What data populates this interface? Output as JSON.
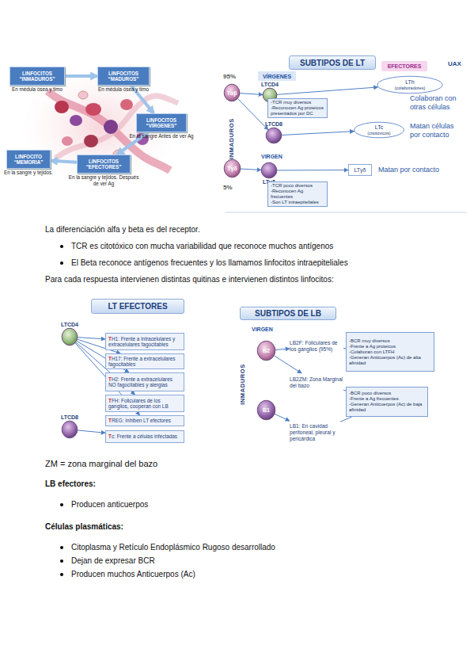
{
  "diagram": {
    "nodes": [
      {
        "text": [
          "LINFOCITOS “INMADUROS”",
          "En médula ósea y timo"
        ]
      },
      {
        "text": [
          "LINFOCITOS “MADUROS”",
          "En médula ósea y timo"
        ]
      },
      {
        "text": [
          "LINFOCITOS “VÍRGENES”",
          "En la sangre Antes de ver Ag"
        ]
      },
      {
        "text": [
          "LINFOCITOS “EFECTORES”",
          "En la sangre y tejidos. Después de ver Ag"
        ]
      },
      {
        "text": [
          "LINFOCITO “MEMORIA”",
          "En la sangre y tejidos."
        ]
      },
      {
        "text": [
          "SUBTIPOS DE LT"
        ]
      },
      {
        "text": [
          "EFECTORES"
        ]
      },
      {
        "text": [
          "VÍRGENES"
        ]
      },
      {
        "text": [
          "Tαβ"
        ]
      },
      {
        "text": [
          "LTCD4"
        ]
      },
      {
        "text": [
          "-TCR muy diversos",
          "-Reconocen Ag proteicos presentados por DC"
        ]
      },
      {
        "text": [
          "LTh",
          "(colaboradores)"
        ]
      },
      {
        "text": [
          "LTCD8"
        ]
      },
      {
        "text": [
          "LTc",
          "(citotóxicos)"
        ]
      },
      {
        "text": [
          "Tγδ"
        ]
      },
      {
        "text": [
          "LTγδ"
        ]
      },
      {
        "text": [
          "-TCR poco diversos",
          "-Reconocen Ag frecuentes",
          "-Son LT intraepiteliales"
        ]
      },
      {
        "text": [
          "LTγδ"
        ]
      },
      {
        "text": [
          "LT EFECTORES"
        ]
      },
      {
        "text": [
          "LTCD4"
        ]
      },
      {
        "text": [
          "TH1: Frente a intracelulares y extracelulares fagocitables"
        ]
      },
      {
        "text": [
          "TH17: Frente a extracelulares fagocitables"
        ]
      },
      {
        "text": [
          "TH2: Frente a extracelulares NO fagocitables y alergias"
        ]
      },
      {
        "text": [
          "TFH: Foliculares de los ganglios, cooperan con LB"
        ]
      },
      {
        "text": [
          "TREG: Inhiben LT efectores"
        ]
      },
      {
        "text": [
          "Tc: Frente a células infectadas"
        ]
      },
      {
        "text": [
          "LTCD8"
        ]
      },
      {
        "text": [
          "SUBTIPOS DE LB"
        ]
      },
      {
        "text": [
          "B2"
        ]
      },
      {
        "text": [
          "B1"
        ]
      },
      {
        "text": [
          "LB2F: Foliculares de los ganglios (95%)"
        ]
      },
      {
        "text": [
          "LB2ZM: Zona Marginal del bazo"
        ]
      },
      {
        "text": [
          "LB1: En cavidad peritoneal, pleural y pericárdica"
        ]
      },
      {
        "text": [
          "-BCR muy diversos",
          "-Frente a Ag proteicos",
          "-Colaboran con LTFH",
          "-Generan Anticuerpos (Ac) de alta afinidad"
        ]
      },
      {
        "text": [
          "-BCR poco diversos",
          "-Frente a Ag frecuentes",
          "-Generan Anticuerpos (Ac) de baja afinidad"
        ]
      }
    ],
    "edges": [
      {
        "from": 0,
        "to": 1,
        "arrow": "to"
      },
      {
        "from": 1,
        "to": 2,
        "arrow": "to"
      },
      {
        "from": 2,
        "to": 3,
        "arrow": "to"
      },
      {
        "from": 3,
        "to": 4,
        "arrow": "to"
      },
      {
        "from": 8,
        "to": 9,
        "arrow": "to"
      },
      {
        "from": 8,
        "to": 12,
        "arrow": "to"
      },
      {
        "from": 9,
        "to": 11,
        "arrow": "to"
      },
      {
        "from": 12,
        "to": 13,
        "arrow": "to"
      },
      {
        "from": 14,
        "to": 15,
        "arrow": "to"
      },
      {
        "from": 15,
        "to": 17,
        "arrow": "to"
      },
      {
        "from": 19,
        "to": 20,
        "arrow": "to"
      },
      {
        "from": 19,
        "to": 21,
        "arrow": "to"
      },
      {
        "from": 19,
        "to": 22,
        "arrow": "to"
      },
      {
        "from": 19,
        "to": 23,
        "arrow": "to"
      },
      {
        "from": 19,
        "to": 24,
        "arrow": "to"
      },
      {
        "from": 26,
        "to": 25,
        "arrow": "to"
      },
      {
        "from": 28,
        "to": 30,
        "arrow": "to"
      },
      {
        "from": 28,
        "to": 31,
        "arrow": "to"
      },
      {
        "from": 29,
        "to": 32,
        "arrow": "to"
      },
      {
        "from": 30,
        "to": 33,
        "arrow": "none"
      },
      {
        "from": 31,
        "to": 34,
        "arrow": "none"
      },
      {
        "from": 32,
        "to": 34,
        "arrow": "none"
      }
    ],
    "labels": [
      "UAX",
      "95%",
      "INMADUROS",
      "Colaboran con otras células",
      "Matan células por contacto",
      "VIRGEN",
      "Matan por contacto",
      "5%",
      "La diferenciación alfa y beta es del receptor.",
      "TCR es citotóxico con mucha variabilidad que reconoce muchos antígenos",
      "El Beta reconoce antígenos frecuentes y los llamamos linfocitos intraepiteliales",
      "Para cada respuesta intervienen distintas quitinas e intervienen distintos linfocitos:",
      "VIRGEN",
      "INMADUROS",
      "ZM = zona marginal del bazo",
      "LB efectores:",
      "Producen anticuerpos",
      "Células plasmáticas:",
      "Citoplasma y Retículo Endoplásmico Rugoso desarrollado",
      "Dejan de expresar BCR",
      "Producen muchos Anticuerpos (Ac)"
    ]
  }
}
